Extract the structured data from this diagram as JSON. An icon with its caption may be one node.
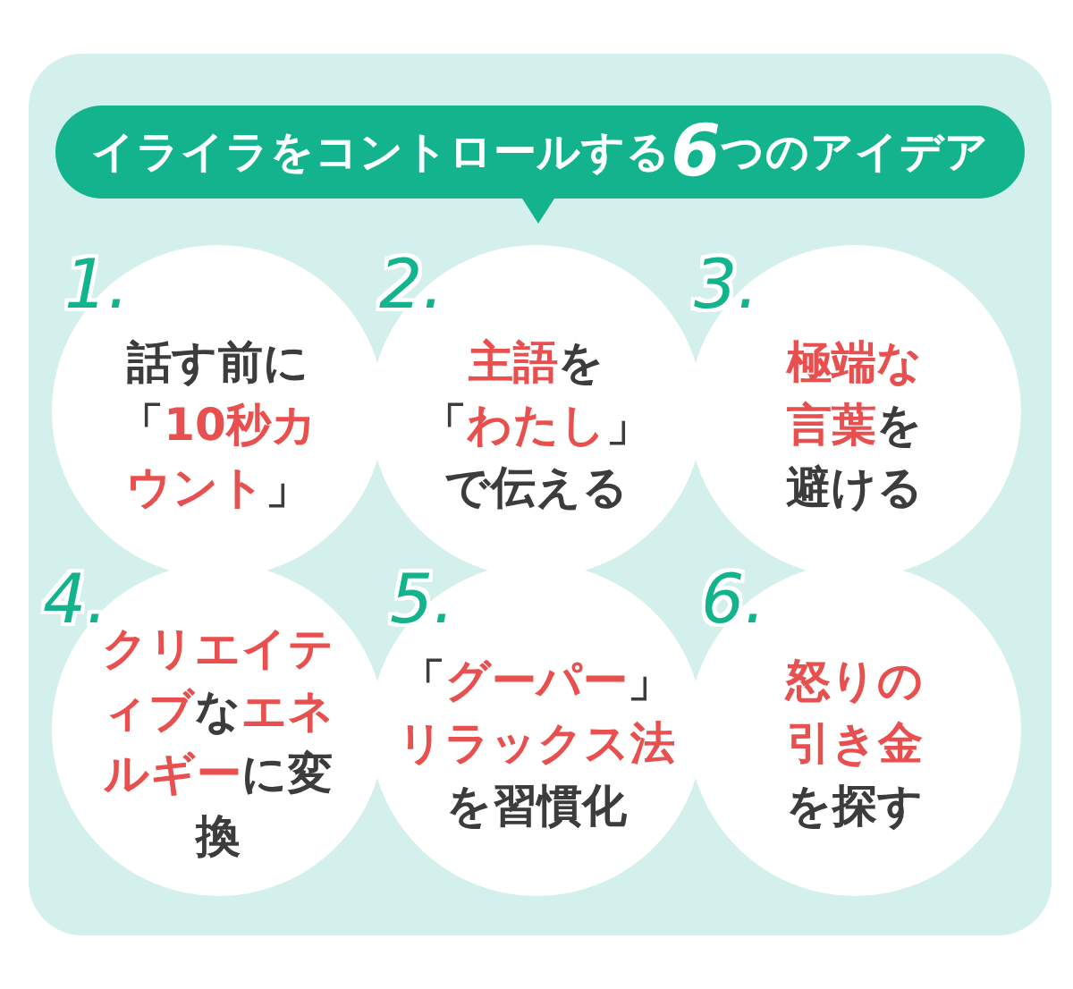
{
  "diagram": {
    "title": "イライラをコントロールする**6**つのアイデア",
    "nodes": [
      {
        "text": [
          "1.",
          "話す前に「**10秒カウント**」"
        ]
      },
      {
        "text": [
          "2.",
          "**主語**を「**わたし**」で伝える"
        ]
      },
      {
        "text": [
          "3.",
          "**極端な言葉**を避ける"
        ]
      },
      {
        "text": [
          "4.",
          "**クリエイティブ**な**エネルギー**に変換"
        ]
      },
      {
        "text": [
          "5.",
          "「**グーパー**」**リラックス法**を習慣化"
        ]
      },
      {
        "text": [
          "6.",
          "**怒りの引き金**を探す"
        ]
      }
    ],
    "edges": []
  }
}
